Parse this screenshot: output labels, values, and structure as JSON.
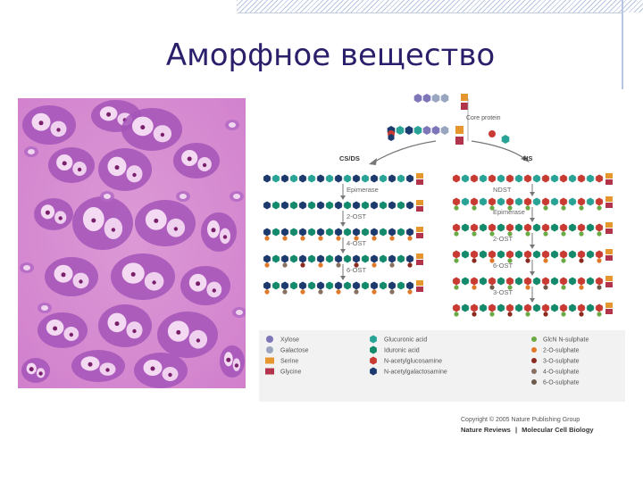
{
  "slide": {
    "title": "Аморфное вещество"
  },
  "diagram": {
    "core_protein": "Core protein",
    "branch_left": "CS/DS",
    "branch_right": "HS",
    "left_steps": [
      "Epimerase",
      "2-OST",
      "4-OST",
      "6-OST"
    ],
    "right_steps": [
      "NDST",
      "Epimerase",
      "2-OST",
      "6-OST",
      "3-OST"
    ],
    "legend": {
      "col1": [
        "Xylose",
        "Galactose",
        "Serine",
        "Glycine"
      ],
      "col2": [
        "Glucuronic acid",
        "Iduronic acid",
        "N-acetylglucosamine",
        "N-acetylgalactosamine"
      ],
      "col3": [
        "GlcN N-sulphate",
        "2-O-sulphate",
        "3-O-sulphate",
        "4-O-sulphate",
        "6-O-sulphate"
      ]
    },
    "copyright": "Copyright © 2005 Nature Publishing Group",
    "journal_brand": "Nature Reviews",
    "journal_separator": "|",
    "journal_name": "Molecular Cell Biology"
  },
  "colors": {
    "title": "#2a1f6a",
    "xylose": "#7d76b8",
    "galactose": "#9aa6bf",
    "serine": "#e6962e",
    "glycine": "#b2334a",
    "glucuronic": "#2aa397",
    "iduronic": "#138a6b",
    "glcnac": "#c83a32",
    "galnac": "#1c3a6e",
    "sulphate_n": "#6aaa44",
    "sulphate_2": "#e07a2a",
    "sulphate_3": "#8a2a20",
    "sulphate_4": "#8a7060",
    "sulphate_6": "#6e5a4a"
  }
}
